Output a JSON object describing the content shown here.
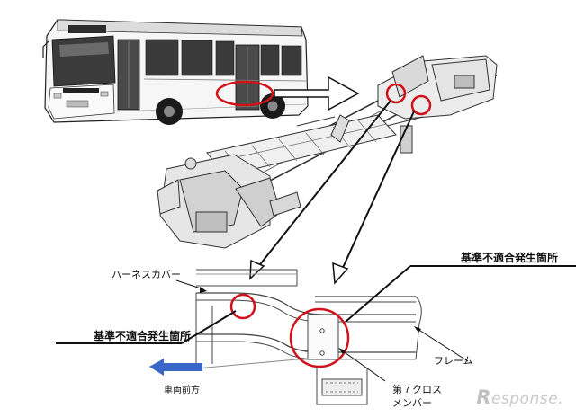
{
  "labels": {
    "harness_cover": "ハーネスカバー",
    "nonconformity_left": "基準不適合発生箇所",
    "nonconformity_right": "基準不適合発生箇所",
    "frame": "フレーム",
    "cross_member_line1": "第７クロス",
    "cross_member_line2": "メンバー",
    "vehicle_forward": "車両前方"
  },
  "watermark": {
    "first_letter": "R",
    "rest": "esponse."
  },
  "colors": {
    "highlight_circle": "#d0121b",
    "forward_arrow": "#3a66c8",
    "line": "#000000",
    "bus_body": "#f4f4f4"
  }
}
